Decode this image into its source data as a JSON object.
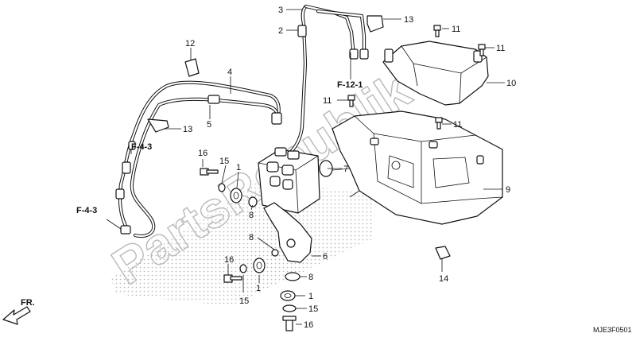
{
  "diagram": {
    "watermark": "PartsRepublik",
    "drawing_code": "MJE3F0501",
    "front_label": "FR.",
    "ref_labels": {
      "f12_1": "F-12-1",
      "f4_3_a": "F-4-3",
      "f4_3_b": "F-4-3"
    },
    "callouts": {
      "c1a": "1",
      "c1b": "1",
      "c1c": "1",
      "c2": "2",
      "c3": "3",
      "c4": "4",
      "c5": "5",
      "c6": "6",
      "c7": "7",
      "c8a": "8",
      "c8b": "8",
      "c8c": "8",
      "c9": "9",
      "c10": "10",
      "c11a": "11",
      "c11b": "11",
      "c11c": "11",
      "c11d": "11",
      "c12": "12",
      "c13a": "13",
      "c13b": "13",
      "c14": "14",
      "c15a": "15",
      "c15b": "15",
      "c15c": "15",
      "c16a": "16",
      "c16b": "16",
      "c16c": "16"
    }
  }
}
